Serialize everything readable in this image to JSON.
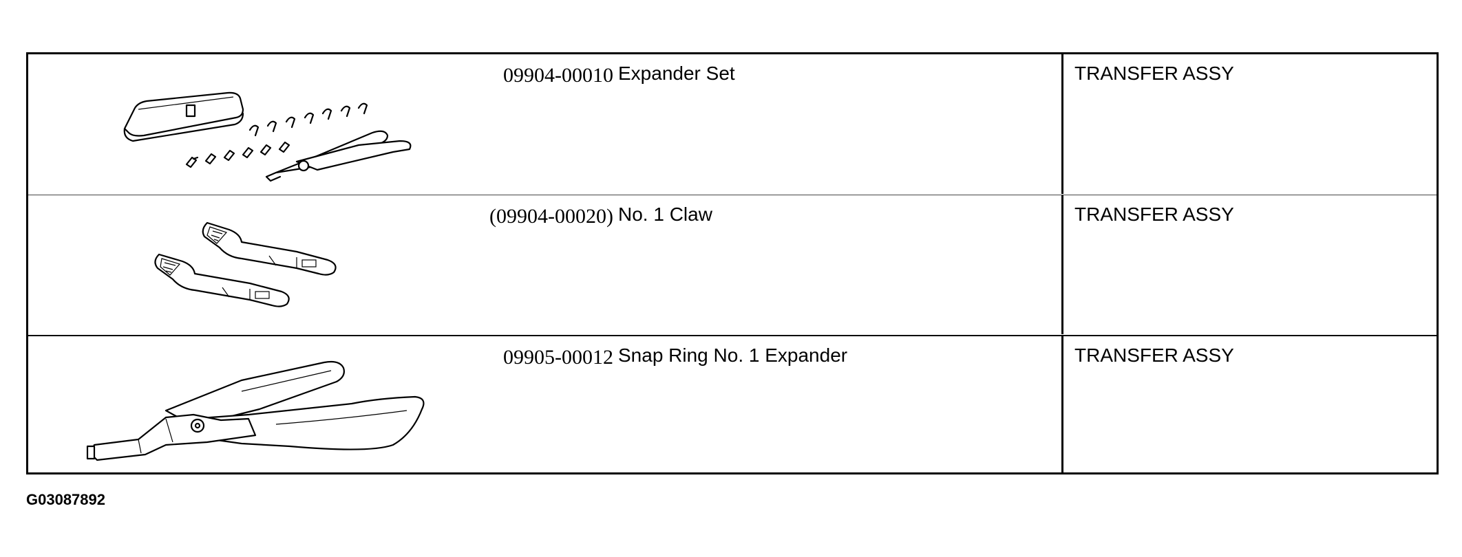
{
  "tools": [
    {
      "part_no": "09904-00010",
      "name": "Expander Set",
      "use_for": "TRANSFER ASSY",
      "illustration_icon": "expander-set-icon"
    },
    {
      "part_no": "(09904-00020)",
      "name": "No. 1 Claw",
      "use_for": "TRANSFER ASSY",
      "illustration_icon": "claw-icon"
    },
    {
      "part_no": "09905-00012",
      "name": "Snap Ring No. 1 Expander",
      "use_for": "TRANSFER ASSY",
      "illustration_icon": "snap-ring-expander-icon"
    }
  ],
  "figure_code": "G03087892"
}
